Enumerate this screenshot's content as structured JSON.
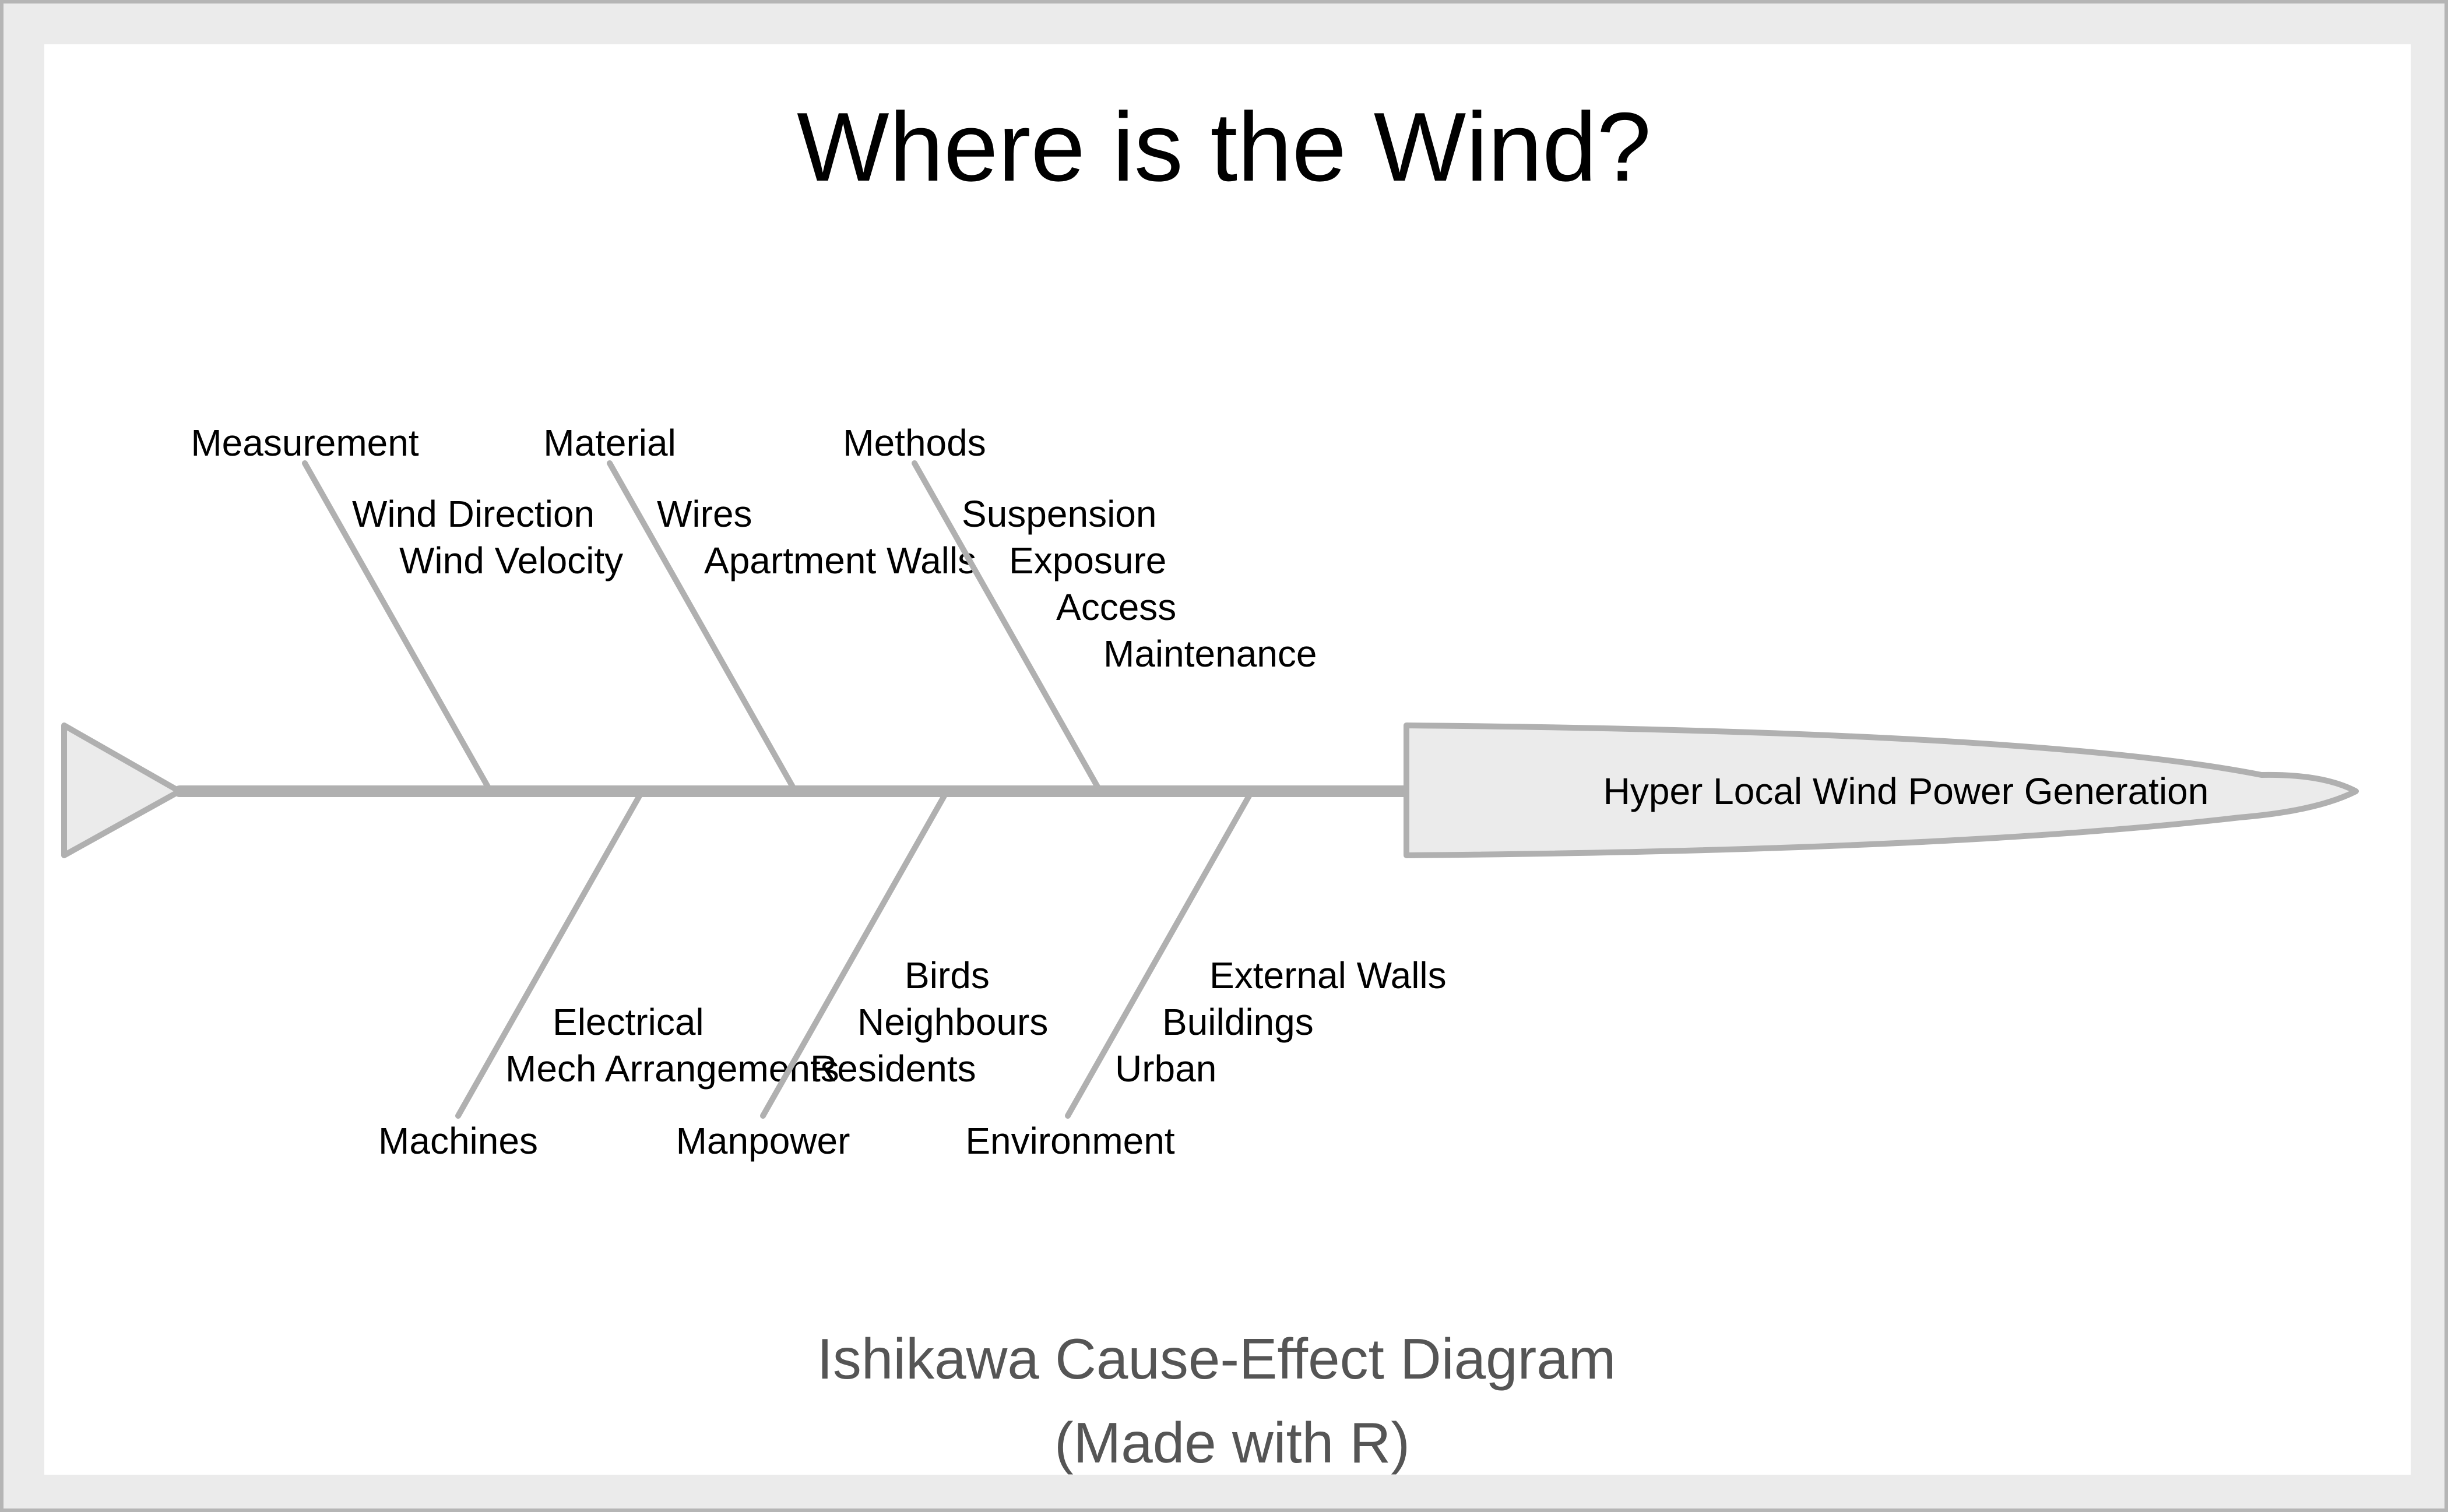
{
  "title": "Where is the Wind?",
  "effect": "Hyper Local Wind Power Generation",
  "branches_top": [
    {
      "category": "Measurement",
      "causes": [
        "Wind Direction",
        "Wind Velocity"
      ]
    },
    {
      "category": "Material",
      "causes": [
        "Wires",
        "Apartment Walls"
      ]
    },
    {
      "category": "Methods",
      "causes": [
        "Suspension",
        "Exposure",
        "Access",
        "Maintenance"
      ]
    }
  ],
  "branches_bottom": [
    {
      "category": "Machines",
      "causes": [
        "Electrical",
        "Mech Arrangements"
      ]
    },
    {
      "category": "Manpower",
      "causes": [
        "Birds",
        "Neighbours",
        "Residents"
      ]
    },
    {
      "category": "Environment",
      "causes": [
        "External Walls",
        "Buildings",
        "Urban"
      ]
    }
  ],
  "footer": {
    "line1": "Ishikawa Cause-Effect Diagram",
    "line2": "(Made with R)"
  },
  "colors": {
    "bone": "#b0b0b0",
    "fill": "#ebebeb",
    "background": "#ffffff",
    "frame": "#ebebeb",
    "footer_text": "#555555"
  }
}
